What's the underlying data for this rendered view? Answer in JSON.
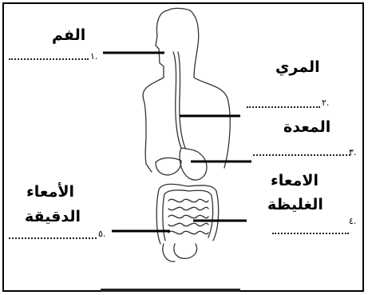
{
  "labels": {
    "mouth": "الفم",
    "esophagus": "المري",
    "stomach": "المعدة",
    "large_intestine_line1": "الامعاء",
    "large_intestine_line2": "الغليظة",
    "small_intestine_line1": "الأمعاء",
    "small_intestine_line2": "الدقيقة"
  },
  "blank_numbers": {
    "n1": "١.",
    "n2": "٢.",
    "n3": "٣.",
    "n4": "٤.",
    "n5": "٥."
  },
  "colors": {
    "line": "#000000",
    "figure_stroke": "#333333",
    "background": "#ffffff"
  }
}
